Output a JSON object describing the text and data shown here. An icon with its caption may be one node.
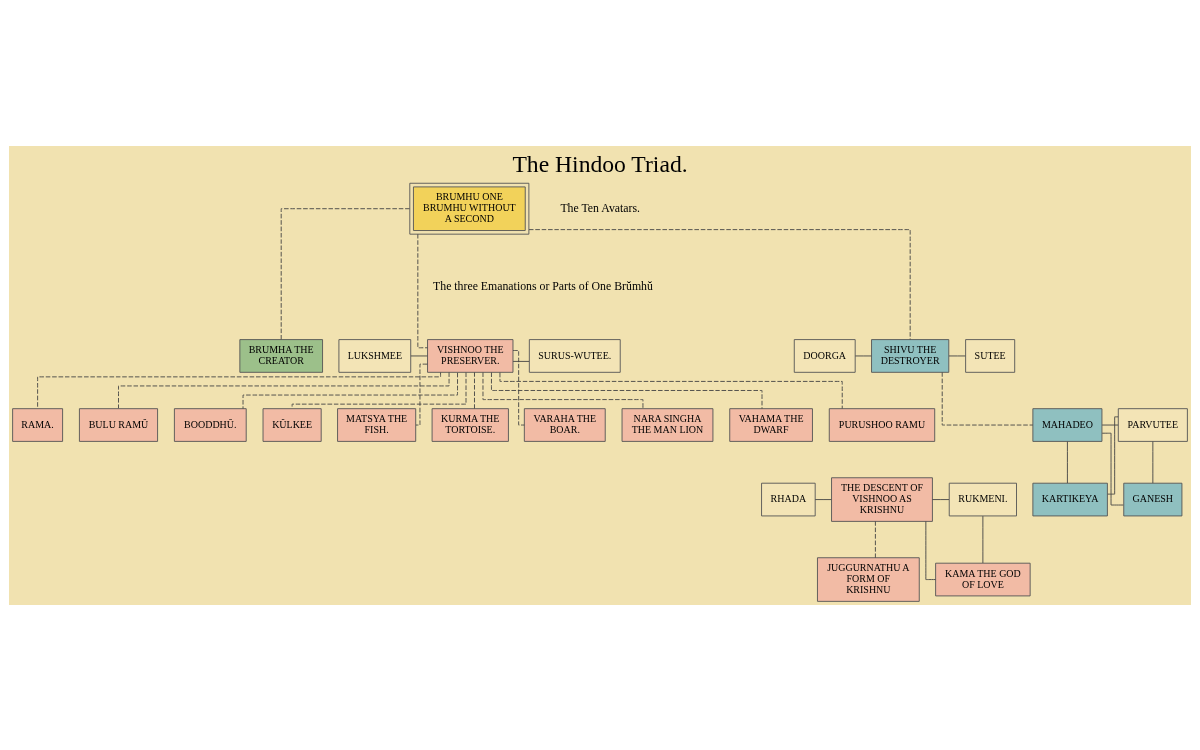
{
  "diagram": {
    "title": "The Hindoo Triad.",
    "nodes": [
      {
        "text": [
          "BRUMHU ONE BRUMHU WITHOUT A SECOND"
        ]
      },
      {
        "text": [
          "BRUMHA THE CREATOR"
        ]
      },
      {
        "text": [
          "LUKSHMEE"
        ]
      },
      {
        "text": [
          "VISHNOO THE PRESERVER."
        ]
      },
      {
        "text": [
          "SURUS-WUTEE."
        ]
      },
      {
        "text": [
          "DOORGA"
        ]
      },
      {
        "text": [
          "SHIVU THE DESTROYER"
        ]
      },
      {
        "text": [
          "SUTEE"
        ]
      },
      {
        "text": [
          "MATSYA THE FISH."
        ]
      },
      {
        "text": [
          "KURMA THE TORTOISE."
        ]
      },
      {
        "text": [
          "VARAHA THE BOAR."
        ]
      },
      {
        "text": [
          "NARA SINGHA THE MAN LION"
        ]
      },
      {
        "text": [
          "VAHAMA THE DWARF"
        ]
      },
      {
        "text": [
          "PURUSHOO RAMU"
        ]
      },
      {
        "text": [
          "RAMA."
        ]
      },
      {
        "text": [
          "BULU RAMŬ"
        ]
      },
      {
        "text": [
          "BOODDHŬ."
        ]
      },
      {
        "text": [
          "KŬLKEE"
        ]
      },
      {
        "text": [
          "MAHADEO"
        ]
      },
      {
        "text": [
          "PARVUTEE"
        ]
      },
      {
        "text": [
          "RHADA"
        ]
      },
      {
        "text": [
          "THE DESCENT OF VISHNOO AS KRISHNU"
        ]
      },
      {
        "text": [
          "RUKMENI."
        ]
      },
      {
        "text": [
          "JUGGURNATHU A FORM OF KRISHNU"
        ]
      },
      {
        "text": [
          "KAMA THE GOD OF LOVE"
        ]
      },
      {
        "text": [
          "GANESH"
        ]
      },
      {
        "text": [
          "KARTIKEYA"
        ]
      }
    ],
    "edges": [
      {
        "from": 0,
        "to": 1,
        "arrow": "none",
        "style": "dashed"
      },
      {
        "from": 0,
        "to": 3,
        "arrow": "none",
        "style": "dashed"
      },
      {
        "from": 0,
        "to": 6,
        "arrow": "none",
        "style": "dashed"
      },
      {
        "from": 2,
        "to": 3,
        "arrow": "none"
      },
      {
        "from": 3,
        "to": 4,
        "arrow": "none"
      },
      {
        "from": 5,
        "to": 6,
        "arrow": "none"
      },
      {
        "from": 6,
        "to": 7,
        "arrow": "none"
      },
      {
        "from": 3,
        "to": 8,
        "arrow": "none",
        "style": "dashed"
      },
      {
        "from": 3,
        "to": 9,
        "arrow": "none",
        "style": "dashed"
      },
      {
        "from": 3,
        "to": 10,
        "arrow": "none",
        "style": "dashed"
      },
      {
        "from": 3,
        "to": 11,
        "arrow": "none",
        "style": "dashed"
      },
      {
        "from": 3,
        "to": 12,
        "arrow": "none",
        "style": "dashed"
      },
      {
        "from": 3,
        "to": 13,
        "arrow": "none",
        "style": "dashed"
      },
      {
        "from": 3,
        "to": 14,
        "arrow": "none",
        "style": "dashed"
      },
      {
        "from": 3,
        "to": 15,
        "arrow": "none",
        "style": "dashed"
      },
      {
        "from": 3,
        "to": 16,
        "arrow": "none",
        "style": "dashed"
      },
      {
        "from": 3,
        "to": 17,
        "arrow": "none",
        "style": "dashed"
      },
      {
        "from": 6,
        "to": 18,
        "arrow": "none",
        "style": "dashed"
      },
      {
        "from": 18,
        "to": 19,
        "arrow": "none"
      },
      {
        "from": 18,
        "to": 25,
        "arrow": "none"
      },
      {
        "from": 18,
        "to": 26,
        "arrow": "none"
      },
      {
        "from": 19,
        "to": 25,
        "arrow": "none"
      },
      {
        "from": 19,
        "to": 26,
        "arrow": "none"
      },
      {
        "from": 20,
        "to": 21,
        "arrow": "none"
      },
      {
        "from": 21,
        "to": 22,
        "arrow": "none"
      },
      {
        "from": 21,
        "to": 23,
        "arrow": "none",
        "style": "dashed"
      },
      {
        "from": 21,
        "to": 24,
        "arrow": "none"
      },
      {
        "from": 22,
        "to": 24,
        "arrow": "none"
      }
    ],
    "labels": [
      "The three Emanations or Parts of One Brŭmhŭ",
      "The Ten Avatars."
    ]
  }
}
